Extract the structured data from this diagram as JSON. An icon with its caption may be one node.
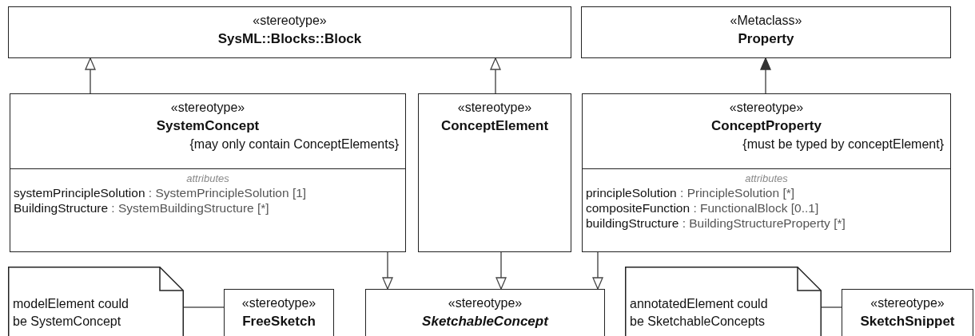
{
  "diagram": {
    "nodes": [
      {
        "text": [
          "«stereotype»",
          "SysML::Blocks::Block"
        ]
      },
      {
        "text": [
          "«Metaclass»",
          "Property"
        ]
      },
      {
        "text": [
          "«stereotype»",
          "SystemConcept",
          "{may only contain ConceptElements}",
          "attributes",
          "systemPrincipleSolution : SystemPrincipleSolution [1]",
          "BuildingStructure : SystemBuildingStructure [*]"
        ]
      },
      {
        "text": [
          "«stereotype»",
          "ConceptElement"
        ]
      },
      {
        "text": [
          "«stereotype»",
          "ConceptProperty",
          "{must be typed by conceptElement}",
          "attributes",
          "principleSolution : PrincipleSolution [*]",
          "compositeFunction : FunctionalBlock [0..1]",
          "buildingStructure : BuildingStructureProperty [*]"
        ]
      },
      {
        "text": [
          "modelElement could be SystemConcept"
        ]
      },
      {
        "text": [
          "«stereotype»",
          "FreeSketch"
        ]
      },
      {
        "text": [
          "«stereotype»",
          "SketchableConcept"
        ]
      },
      {
        "text": [
          "annotatedElement could be SketchableConcepts"
        ]
      },
      {
        "text": [
          "«stereotype»",
          "SketchSnippet"
        ]
      }
    ],
    "edges": [
      {
        "from": 2,
        "to": 0,
        "arrow": "to"
      },
      {
        "from": 3,
        "to": 0,
        "arrow": "to"
      },
      {
        "from": 4,
        "to": 1,
        "arrow": "to"
      },
      {
        "from": 2,
        "to": 7,
        "arrow": "to"
      },
      {
        "from": 3,
        "to": 7,
        "arrow": "to"
      },
      {
        "from": 4,
        "to": 7,
        "arrow": "to"
      },
      {
        "from": 5,
        "to": 6,
        "arrow": "none"
      },
      {
        "from": 8,
        "to": 9,
        "arrow": "none"
      }
    ]
  }
}
